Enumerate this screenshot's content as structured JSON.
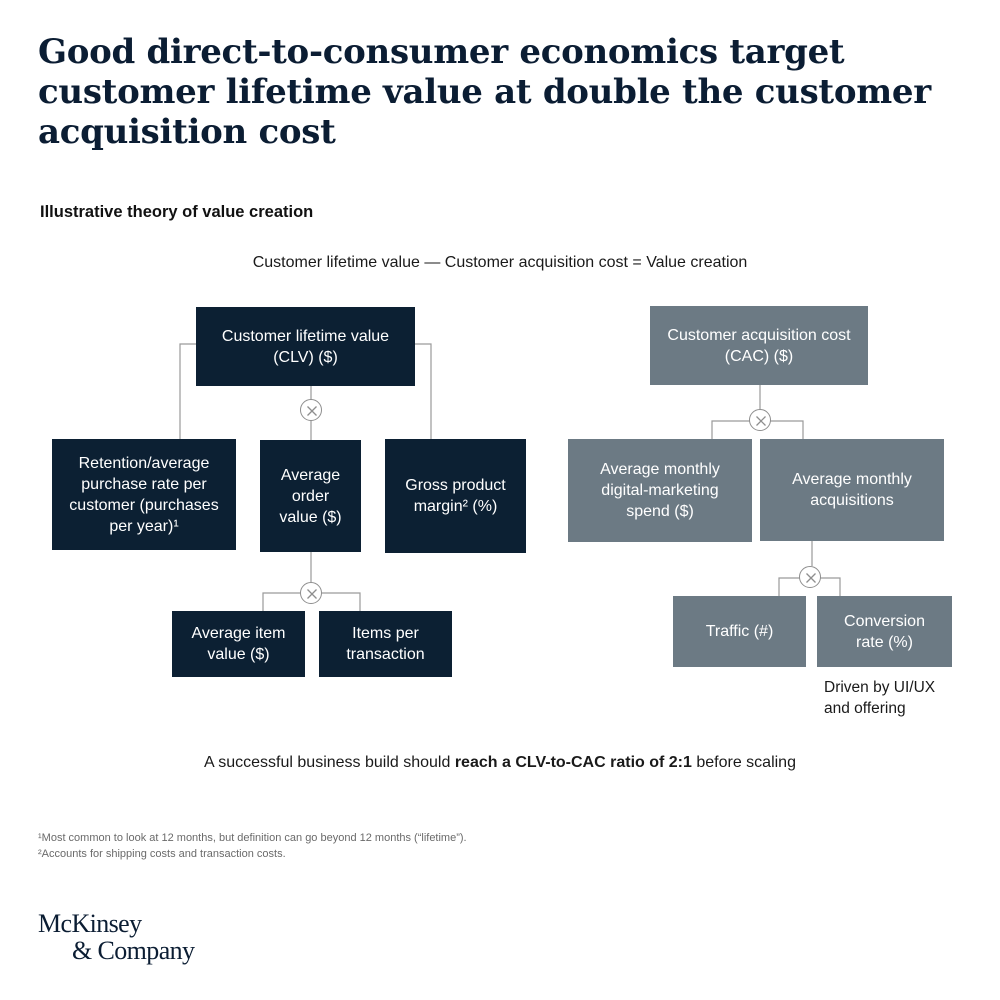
{
  "header": {
    "title": "Good direct-to-consumer economics target customer lifetime value at double the customer acquisition cost",
    "subtitle": "Illustrative theory of value creation"
  },
  "equation": "Customer lifetime value — Customer acquisition cost = Value creation",
  "clv_tree": {
    "root": "Customer lifetime value\n(CLV) ($)",
    "children": [
      "Retention/average\npurchase rate per\ncustomer (purchases\nper year)¹",
      "Average\norder\nvalue ($)",
      "Gross product\nmargin² (%)"
    ],
    "grandchildren": [
      "Average item\nvalue ($)",
      "Items per\ntransaction"
    ],
    "operator": "×"
  },
  "cac_tree": {
    "root": "Customer acquisition cost\n(CAC) ($)",
    "children": [
      "Average monthly\ndigital-marketing\nspend ($)",
      "Average monthly\nacquisitions"
    ],
    "grandchildren": [
      "Traffic (#)",
      "Conversion\nrate (%)"
    ],
    "operator": "×",
    "note": "Driven by UI/UX\nand offering"
  },
  "conclusion": {
    "prefix": "A successful business build should ",
    "bold": "reach a CLV-to-CAC ratio of 2:1",
    "suffix": " before scaling"
  },
  "footnotes": [
    "¹Most common to look at 12 months, but definition can go beyond 12 months (“lifetime”).",
    "²Accounts for shipping costs and transaction costs."
  ],
  "logo": {
    "line1": "McKinsey",
    "line2": "& Company"
  },
  "colors": {
    "clv_box": "#0c2033",
    "cac_box": "#6c7a84",
    "connector": "#9a9a9a",
    "title": "#0b1d33"
  }
}
